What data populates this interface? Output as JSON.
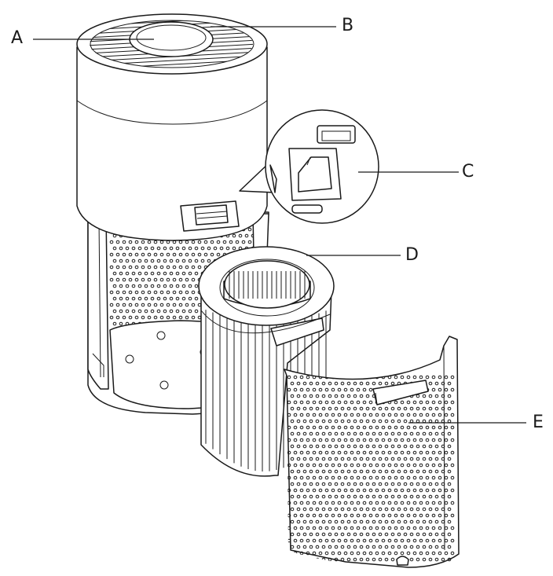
{
  "callouts": [
    {
      "id": "A",
      "label": "A"
    },
    {
      "id": "B",
      "label": "B"
    },
    {
      "id": "C",
      "label": "C"
    },
    {
      "id": "D",
      "label": "D"
    },
    {
      "id": "E",
      "label": "E"
    }
  ],
  "colors": {
    "line": "#1a1a1a",
    "background": "#ffffff"
  }
}
